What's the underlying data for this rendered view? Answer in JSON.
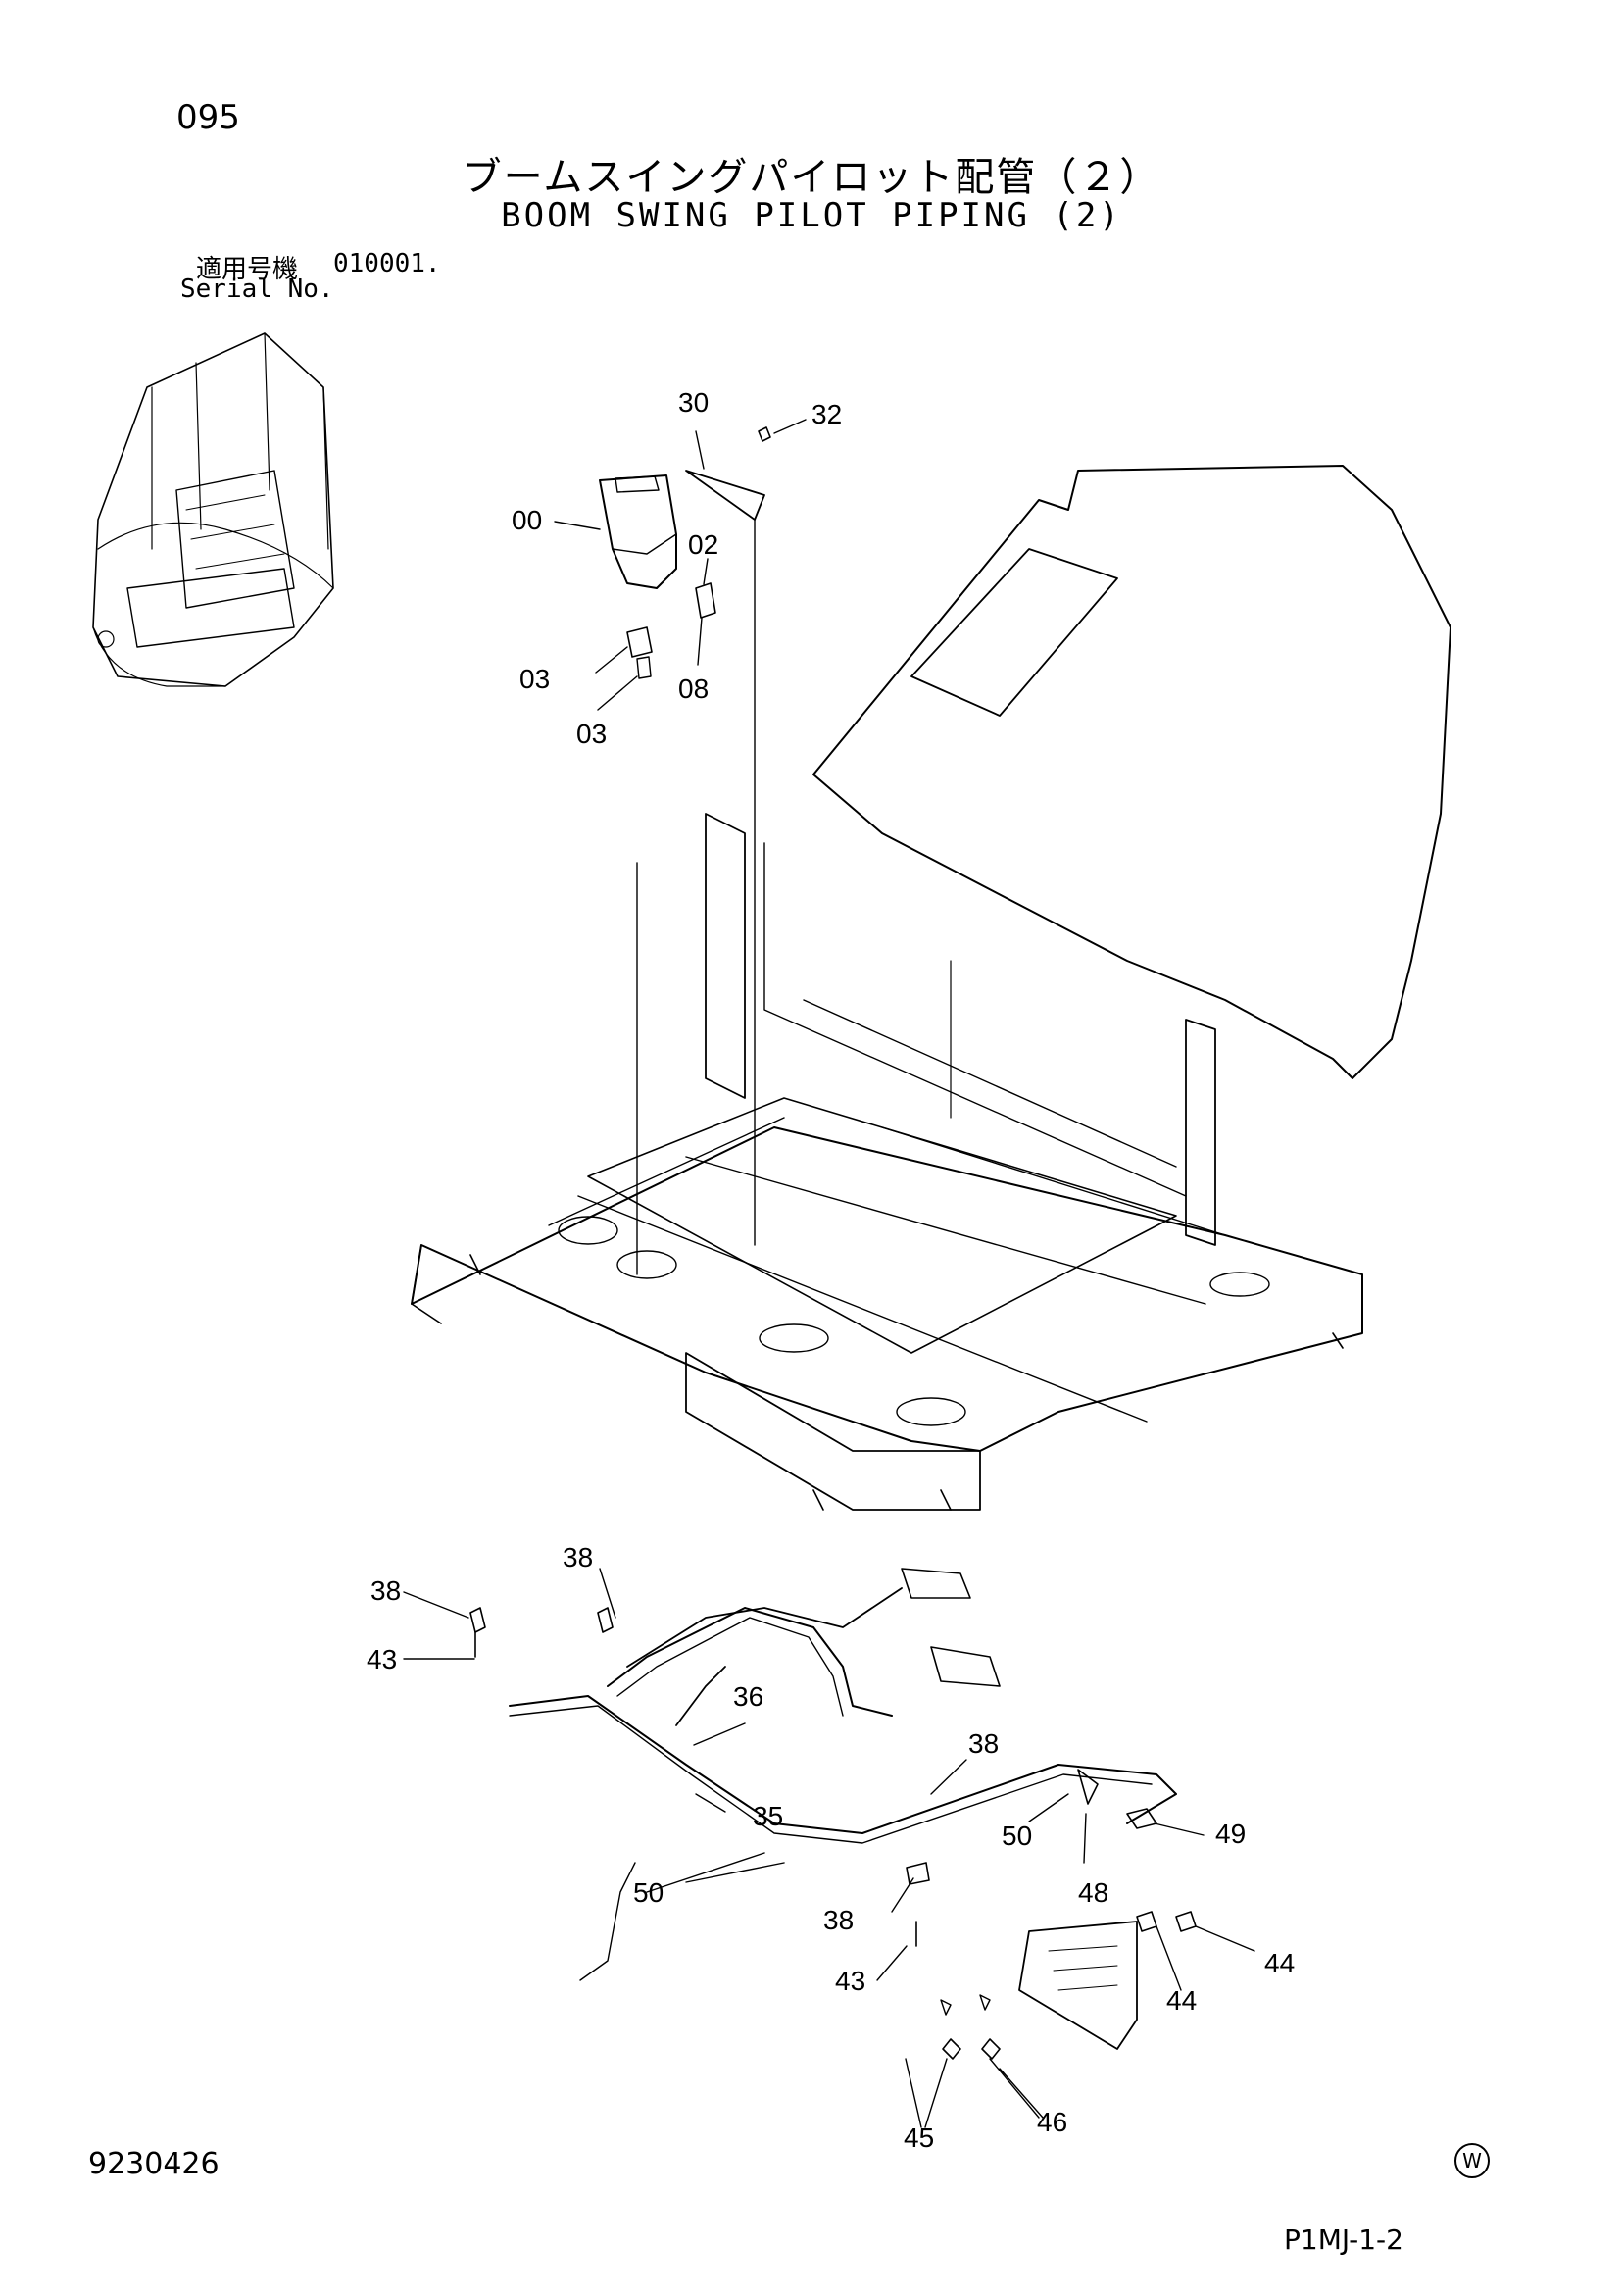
{
  "header": {
    "page_number": "095",
    "title_jp": "ブームスイングパイロット配管（２）",
    "title_en": "BOOM SWING PILOT PIPING (2)",
    "serial_label_jp": "適用号機",
    "serial_value": "010001.",
    "serial_label_en": "Serial No."
  },
  "callouts": [
    "30",
    "32",
    "00",
    "02",
    "03",
    "08",
    "03",
    "38",
    "38",
    "43",
    "36",
    "38",
    "35",
    "50",
    "50",
    "48",
    "49",
    "38",
    "43",
    "44",
    "44",
    "45",
    "46"
  ],
  "footer": {
    "doc_number": "9230426",
    "mark": "W",
    "page_code": "P1MJ-1-2"
  }
}
